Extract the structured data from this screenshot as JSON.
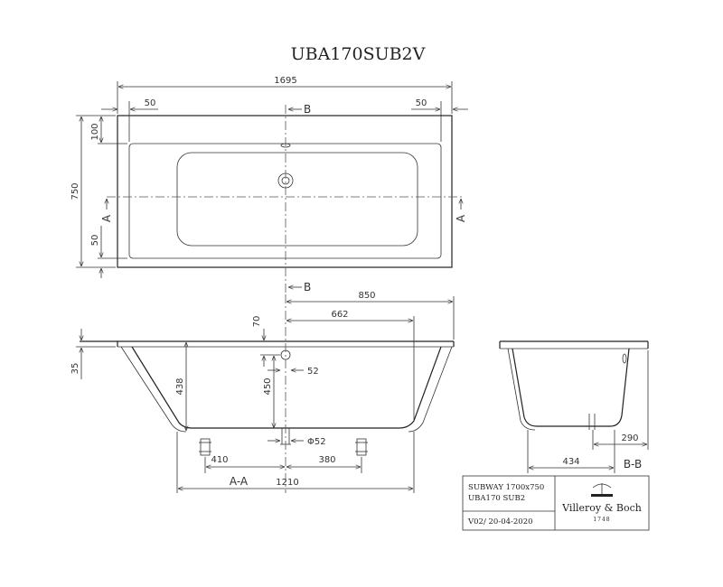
{
  "drawing": {
    "title": "UBA170SUB2V",
    "top_view": {
      "overall_length": "1695",
      "rim_left": "50",
      "rim_right": "50",
      "rim_top": "100",
      "width": "750",
      "rim_bottom": "50",
      "section_bb": "B",
      "section_aa": "A"
    },
    "section_aa_view": {
      "dim_850": "850",
      "dim_662": "662",
      "dim_70": "70",
      "dim_35": "35",
      "dim_438": "438",
      "dim_450": "450",
      "dim_52": "52",
      "dim_phi52": "Φ52",
      "dim_410": "410",
      "dim_380": "380",
      "dim_1210": "1210",
      "caption": "A-A"
    },
    "section_bb_view": {
      "dim_290": "290",
      "dim_434": "434",
      "caption": "B-B"
    },
    "title_block": {
      "line1": "SUBWAY 1700x750",
      "line2": "UBA170 SUB2",
      "version": "V02/ 20-04-2020",
      "brand": "Villeroy & Boch",
      "brand_year": "1748"
    }
  }
}
